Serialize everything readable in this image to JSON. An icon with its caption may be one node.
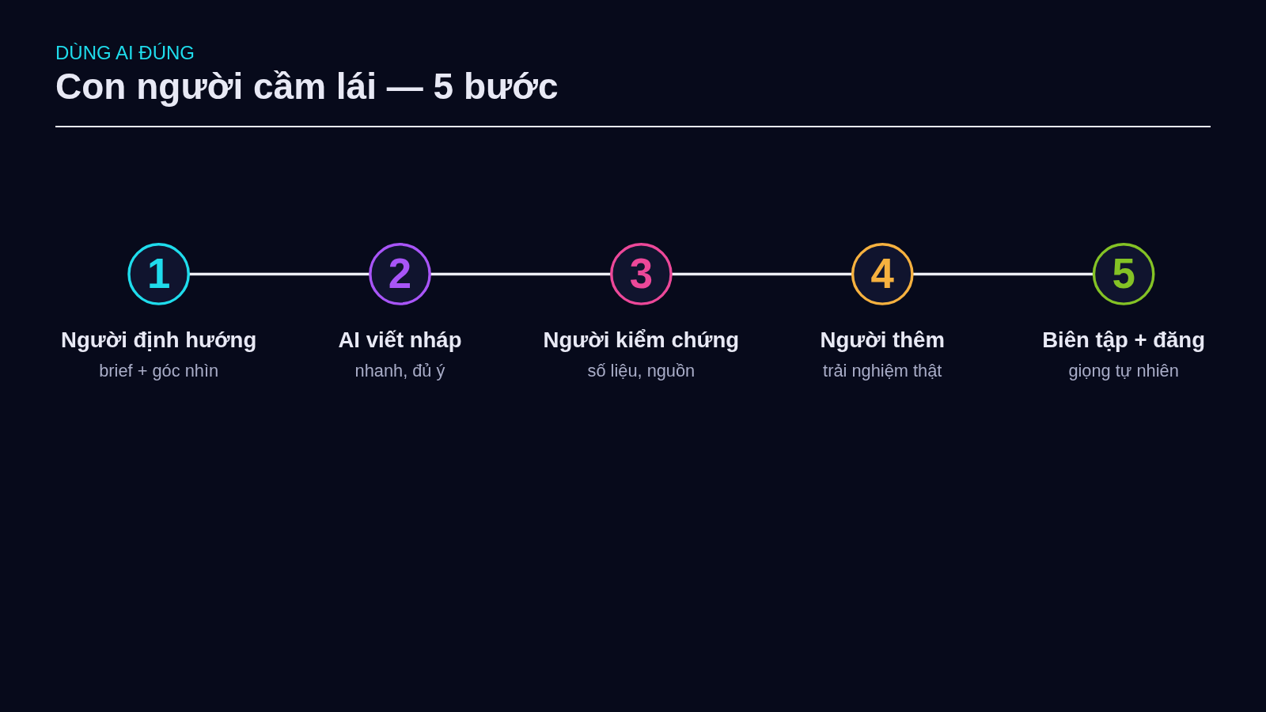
{
  "diagram": {
    "title": "Con người cầm lái — 5 bước",
    "nodes": [
      {
        "text": [
          "1"
        ],
        "beside": [
          "Người định hướng",
          "brief + góc nhìn"
        ]
      },
      {
        "text": [
          "2"
        ],
        "beside": [
          "AI viết nháp",
          "nhanh, đủ ý"
        ]
      },
      {
        "text": [
          "3"
        ],
        "beside": [
          "Người kiểm chứng",
          "số liệu, nguồn"
        ]
      },
      {
        "text": [
          "4"
        ],
        "beside": [
          "Người thêm",
          "trải nghiệm thật"
        ]
      },
      {
        "text": [
          "5"
        ],
        "beside": [
          "Biên tập + đăng",
          "giọng tự nhiên"
        ]
      }
    ],
    "edges": [
      {
        "from": 0,
        "to": 1,
        "arrow": "none"
      },
      {
        "from": 1,
        "to": 2,
        "arrow": "none"
      },
      {
        "from": 2,
        "to": 3,
        "arrow": "none"
      },
      {
        "from": 3,
        "to": 4,
        "arrow": "none"
      }
    ],
    "labels": [
      "DÙNG AI ĐÚNG"
    ]
  }
}
